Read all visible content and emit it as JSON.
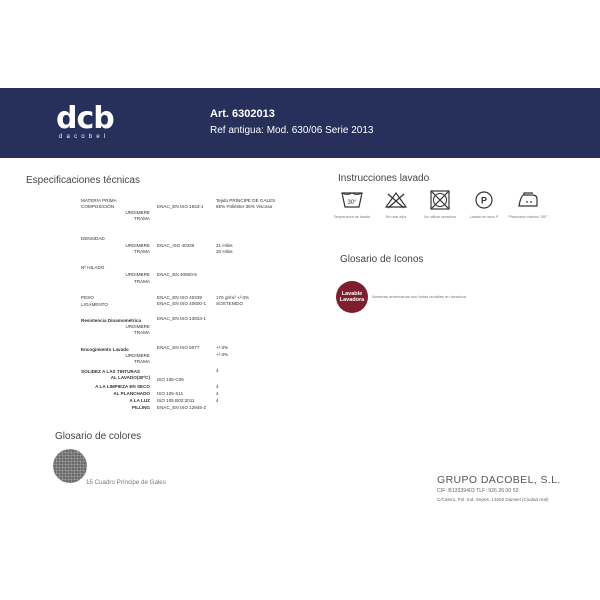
{
  "header": {
    "brand": "dcb",
    "brand_sub": "dacobel",
    "article": "Art. 6302013",
    "ref": "Ref antigua: Mod. 630/06 Serie 2013",
    "bg_color": "#26305a"
  },
  "spec": {
    "title": "Especificaciones técnicas",
    "materia_prima": "MATERIA PRIMA",
    "composicion": "COMPOSICIÓN",
    "comp_norm": "ENAC_EN ISO 1833-1",
    "comp_val1": "Tejido PRINCIPE DE GALES",
    "comp_val2": "65% Poliéster 35% Viscosa",
    "urdimbre": "URDIMBRE",
    "trama": "TRAMA",
    "densidad": "DENSIDAD",
    "dens_norm": "ENAC_ISO 40336",
    "dens_urd": "21 Hilos",
    "dens_tra": "20 Hilos",
    "nhilado": "Nº HILADO",
    "nh_norm": "ENAC_EN 40600-5",
    "peso": "PESO",
    "peso_norm": "ENAC_EN ISO 40339",
    "peso_val": "176 gr/m² +/-3%",
    "ligamento": "LIGAMENTO",
    "lig_norm": "ENAC_EN ISO 40600-1",
    "lig_val": "SOSTENIDO",
    "resistencia": "Resistencia Dinamométrica",
    "res_norm": "ENAC_EN ISO 13934-1",
    "encogimiento": "Encogimiento Lavado",
    "enc_norm": "ENAC_EN ISO 5077",
    "enc_urd": "+/-3%",
    "enc_tra": "+/-3%",
    "solidez": "SOLIDEZ A LAS TINTURAS",
    "solidez_val": "4",
    "lavado": "AL LAVADO(30ºC)",
    "lavado_norm": "ISO 105-C06",
    "limpieza": "A LA LIMPIEZA EN SECO",
    "limpieza_val": "4",
    "planchado": "AL PLANCHADO",
    "planchado_norm": "ISO 105-X11",
    "planchado_val": "4",
    "luz": "A LA LUZ",
    "luz_norm": "ISO 105 B02:2011",
    "luz_val": "4",
    "pilling": "PILLING",
    "pilling_norm": "ENAC_EN ISO 12945-2"
  },
  "care": {
    "title": "Instrucciones lavado",
    "wash_temp": "30°",
    "items": [
      {
        "icon": "wash-30-icon",
        "label": "Temperatura de lavado"
      },
      {
        "icon": "no-bleach-icon",
        "label": "No usar lejía"
      },
      {
        "icon": "no-tumble-dry-icon",
        "label": "No utilizar secadora"
      },
      {
        "icon": "dry-clean-p-icon",
        "label": "Lavado en seco P"
      },
      {
        "icon": "iron-icon",
        "label": "Planchado máximo 150°"
      }
    ]
  },
  "icon_glossary": {
    "title": "Glosario de Iconos",
    "badge_line1": "Lavable",
    "badge_line2": "Lavadora",
    "badge_color": "#7d1f2e",
    "description": "Nuestras americanas son todas lavables en lavadora"
  },
  "color_glossary": {
    "title": "Glosario de colores",
    "swatch_label": "15 Cuadro Príncipe de Gales"
  },
  "company": {
    "name": "GRUPO DACOBEL, S.L.",
    "contact": "CIF: B13339403   TLF: 926 26 00 53",
    "address": "C/Calero, Pol. Ind. Sepes, 13250 Daimiel (Ciudad real)"
  }
}
